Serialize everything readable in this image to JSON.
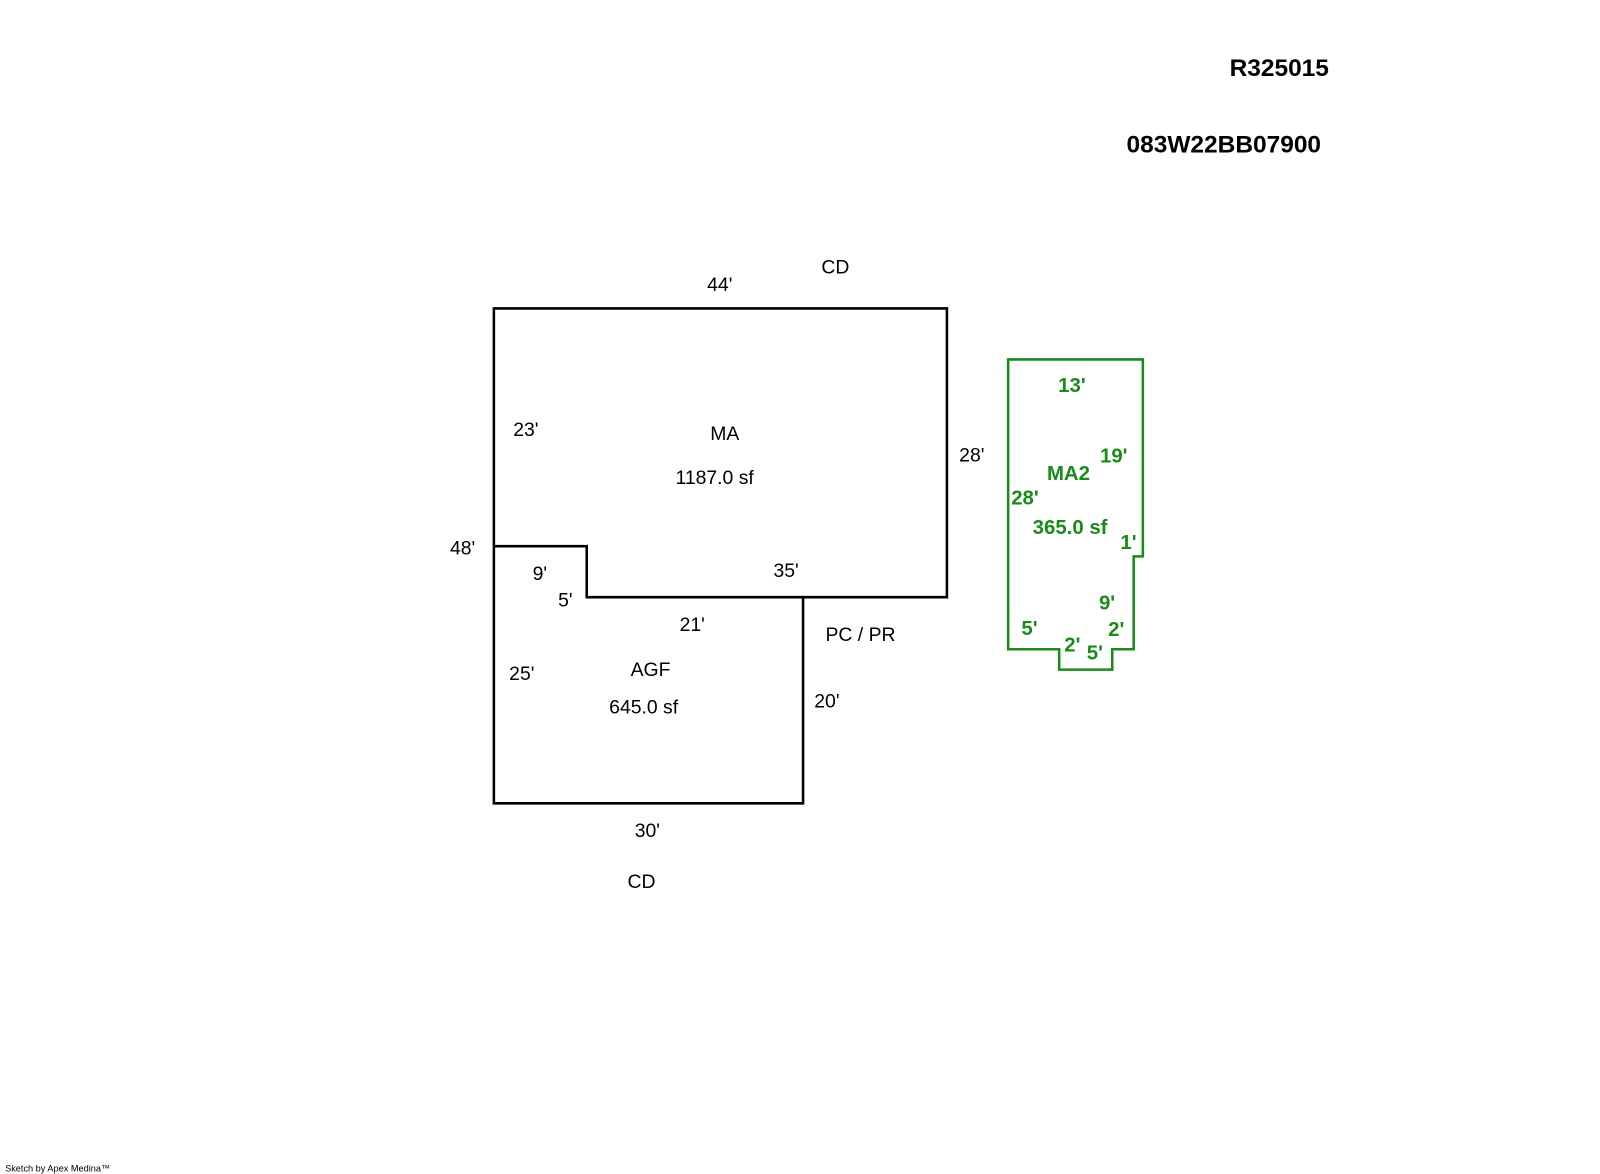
{
  "header": {
    "account_id": "R325015",
    "map_tax_lot": "083W22BB07900"
  },
  "colors": {
    "main_outline": "#000000",
    "addition_outline": "#1a8a1a"
  },
  "areas": {
    "ma": {
      "code": "MA",
      "area": "1187.0 sf"
    },
    "agf": {
      "code": "AGF",
      "area": "645.0 sf"
    },
    "ma2": {
      "code": "MA2",
      "area": "365.0 sf"
    }
  },
  "labels": {
    "cd_top": "CD",
    "cd_bottom": "CD",
    "pc_pr": "PC / PR"
  },
  "dimensions": {
    "main": [
      "44'",
      "23'",
      "28'",
      "48'",
      "9'",
      "5'",
      "35'",
      "21'",
      "25'",
      "20'",
      "30'"
    ],
    "ma2": [
      "13'",
      "19'",
      "28'",
      "1'",
      "9'",
      "5'",
      "2'",
      "2'",
      "5'"
    ]
  },
  "footer": {
    "credit": "Sketch by Apex Medina™"
  }
}
